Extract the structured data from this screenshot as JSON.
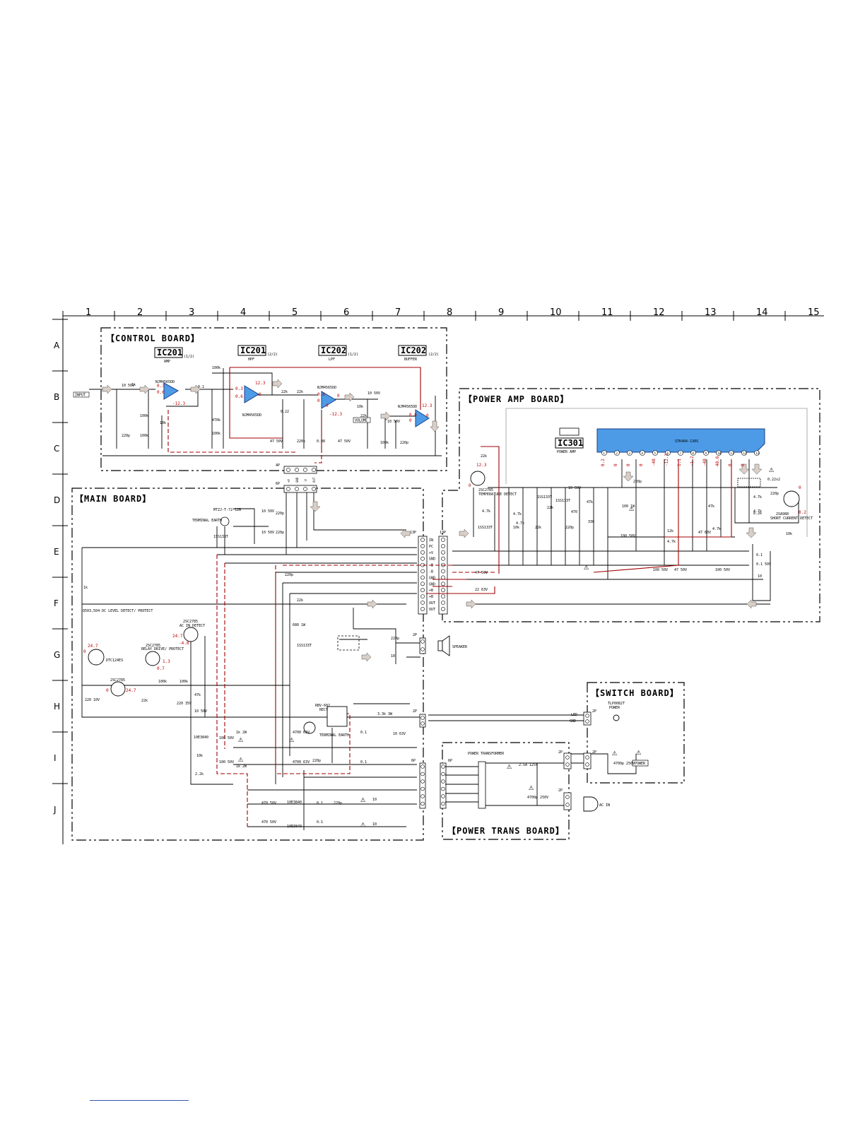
{
  "grid": {
    "columns": [
      "1",
      "2",
      "3",
      "4",
      "5",
      "6",
      "7",
      "8",
      "9",
      "10",
      "11",
      "12",
      "13",
      "14",
      "15"
    ],
    "rows": [
      "A",
      "B",
      "C",
      "D",
      "E",
      "F",
      "G",
      "H",
      "I",
      "J"
    ]
  },
  "boards": {
    "control": "【CONTROL BOARD】",
    "power_amp": "【POWER AMP BOARD】",
    "main": "【MAIN BOARD】",
    "switch": "【SWITCH BOARD】",
    "power_trans": "【POWER TRANS BOARD】"
  },
  "ics": [
    {
      "ref": "IC201",
      "unit": "(1/2)",
      "role": "AMP",
      "part": "NJM4565DD"
    },
    {
      "ref": "IC201",
      "unit": "(2/2)",
      "role": "HPF",
      "part": "NJM4565DD"
    },
    {
      "ref": "IC202",
      "unit": "(1/2)",
      "role": "LPF",
      "part": "NJM4565DD"
    },
    {
      "ref": "IC202",
      "unit": "(2/2)",
      "role": "BUFFER",
      "part": "NJM4565DD"
    },
    {
      "ref": "IC301",
      "unit": "",
      "role": "POWER AMP",
      "part": "STK404-130S"
    }
  ],
  "labels": {
    "input": "INPUT",
    "volume": "VOLUME",
    "speaker": "SPEAKER",
    "ac_in": "AC IN",
    "power": "POWER",
    "led": "LED",
    "gnd": "GND",
    "terminal_earth": "TERMINAL EARTH",
    "power_transformer": "POWER TRANSFORMER",
    "dc_detect": "Q503,504 DC LEVEL DETECT/ PROTECT",
    "ac_detect": "AC IN DETECT",
    "relay_drive": "RELAY DRIVE/ PROTECT",
    "temp_detect": "TEMPERATURE DETECT",
    "short_detect": "SHORT CURRENT DETECT",
    "rect": "RECT"
  },
  "transistors": [
    "2SC2785",
    "2SC2785",
    "2SC2785",
    "DTC124ES",
    "2SA988",
    "2SC2785"
  ],
  "diodes": [
    "MTZJ-T-72-12B",
    "1SS133T",
    "1SS133T",
    "1SS133T",
    "1SS133T",
    "1SS133T",
    "10E3840",
    "10E3840",
    "RBV-602",
    "TLP0082T"
  ],
  "connector_13p": [
    "IN",
    "PC",
    "+V",
    "GND",
    "-B",
    "-B",
    "GND",
    "GND",
    "+B",
    "+B",
    "OUT",
    "OUT"
  ],
  "connector_4p": [
    "+V",
    "GND",
    "-V",
    "OUT"
  ],
  "connectors": [
    "4P",
    "6P",
    "13P",
    "13P",
    "2P",
    "2P",
    "6P",
    "6P",
    "2P",
    "2P",
    "2P",
    "2P"
  ],
  "components": {
    "control": [
      "10 50V",
      "1k",
      "0.1",
      "100k",
      "22k",
      "22k",
      "0.22",
      "10 50V",
      "10k",
      "22k",
      "220p",
      "100k",
      "100k",
      "10k",
      "470k",
      "100k",
      "47 50V",
      "220k",
      "0.08",
      "47 50V",
      "10 50V",
      "100k",
      "220p"
    ],
    "main": [
      "10 50V",
      "220p",
      "10 50V",
      "220p",
      "220p",
      "22k",
      "680 1W",
      "220p",
      "10",
      "1k",
      "220 10V",
      "22k",
      "100k",
      "100k",
      "47k",
      "10 50V",
      "220 35V",
      "10k",
      "2.2k",
      "100 50V",
      "1k 2W",
      "100 50V",
      "1k 2W",
      "4700 63V",
      "4700 63V",
      "220p",
      "0.1",
      "0.1",
      "3.3k 3W",
      "10 63V",
      "470 50V",
      "470 50V",
      "0.1",
      "0.1",
      "220p",
      "10",
      "10"
    ],
    "power_amp": [
      "22k",
      "4.7k",
      "4.7k",
      "10k",
      "4.7k",
      "22k",
      "22k",
      "10 50V",
      "220p",
      "47k",
      "330",
      "470",
      "100 1W",
      "100 50V",
      "220p",
      "12k",
      "4.7k",
      "47k",
      "47 63V",
      "4.7k",
      "0.22x2",
      "4.7k",
      "4.7k",
      "220p",
      "8.2k",
      "10k",
      "0.1",
      "0.1 50V",
      "10",
      "100 50V",
      "47 50V",
      "47 50V",
      "22 63V",
      "100 50V"
    ],
    "power_trans": [
      "2.5A 125V",
      "4700p 250V"
    ],
    "switch": [
      "4700p 250V"
    ]
  },
  "voltages": {
    "ic201a": [
      "0.3",
      "0.6",
      "-12.3"
    ],
    "ic201b": [
      "12.3",
      "0.3",
      "0.6",
      "0"
    ],
    "ic202a": [
      "0.6",
      "0",
      "0",
      "0",
      "-12.3"
    ],
    "ic202b": [
      "12.3",
      "0.6",
      "0",
      "0"
    ],
    "ic301_pins": [
      "0.2",
      "0",
      "0",
      "0",
      "-48",
      "-12.3",
      "1.1",
      "-1.2",
      "-48",
      "48.6",
      "0",
      "0"
    ],
    "q_temp": [
      "12.3",
      "0"
    ],
    "q_short": [
      "0",
      "0.2"
    ],
    "q_dc": [
      "24.7",
      "0",
      "0",
      "24.7"
    ],
    "q_relay": [
      "24.7",
      "-4.8",
      "0.7",
      "1.3"
    ]
  },
  "pins": [
    "1",
    "2",
    "3",
    "4",
    "5",
    "6",
    "7",
    "8",
    "9",
    "10",
    "11",
    "12",
    "13"
  ]
}
